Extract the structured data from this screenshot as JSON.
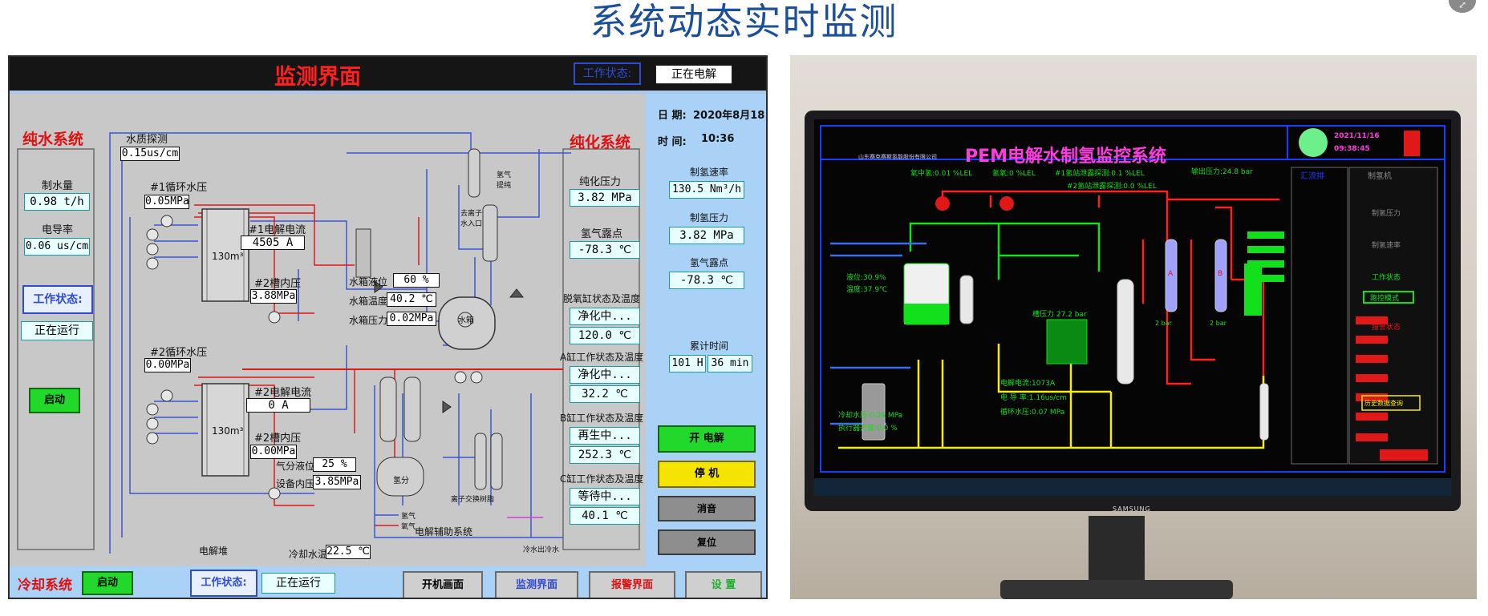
{
  "page_title": "系统动态实时监测",
  "scada": {
    "title": "监测界面",
    "header_status_label": "工作状态:",
    "header_status_value": "正在电解",
    "pure_water": {
      "title": "纯水系统",
      "water_quality_probe_label": "水质探测",
      "water_quality_probe_value": "0.15us/cm",
      "water_output_label": "制水量",
      "water_output_value": "0.98 t/h",
      "conductivity_label": "电导率",
      "conductivity_value": "0.06 us/cm",
      "status_label": "工作状态:",
      "status_value": "正在运行",
      "start_button": "启动"
    },
    "electrolysis": {
      "circ1_pressure_label": "#1循环水压",
      "circ1_pressure_value": "0.05MPa",
      "cell1_current_label": "#1电解电流",
      "cell1_current_value": "4505 A",
      "cell1_volume": "130m³",
      "tank2_pressure_label": "#2槽内压",
      "tank2_pressure_value": "3.88MPa",
      "circ2_pressure_label": "#2循环水压",
      "circ2_pressure_value": "0.00MPa",
      "cell2_current_label": "#2电解电流",
      "cell2_current_value": "0 A",
      "cell2_volume": "130m³",
      "tank2b_pressure_label": "#2槽内压",
      "tank2b_pressure_value": "0.00MPa",
      "gas_analyzer_label": "氢气\n提纯",
      "deoxygen_label": "去离子\n水入口",
      "tank_level_label": "水箱液位",
      "tank_level_value": "60 %",
      "tank_temp_label": "水箱温度",
      "tank_temp_value": "40.2 ℃",
      "tank_pressure_label": "水箱压力",
      "tank_pressure_value": "0.02MPa",
      "tank_label": "水箱",
      "separator_level_label": "气分液位",
      "separator_level_value": "25 %",
      "equip_pressure_label": "设备内压",
      "equip_pressure_value": "3.85MPa",
      "separator_label": "氢分",
      "cooling_water_temp_label": "冷却水温",
      "cooling_water_temp_value": "22.5 ℃",
      "stack_label": "电解堆",
      "aux_label": "电解辅助系统",
      "ion_exchange_label": "离子交换树脂",
      "cooling_tower_label": "冷水出冷水",
      "legend_hydrogen": "氢气",
      "legend_oxygen": "氧气"
    },
    "purification": {
      "title": "纯化系统",
      "pressure_label": "纯化压力",
      "pressure_value": "3.82 MPa",
      "dewpoint_label": "氢气露点",
      "dewpoint_value": "-78.3 ℃",
      "deoxy_label": "脱氧缸状态及温度",
      "deoxy_status": "净化中...",
      "deoxy_temp": "120.0 ℃",
      "a_label": "A缸工作状态及温度",
      "a_status": "净化中...",
      "a_temp": "32.2 ℃",
      "b_label": "B缸工作状态及温度",
      "b_status": "再生中...",
      "b_temp": "252.3 ℃",
      "c_label": "C缸工作状态及温度",
      "c_status": "等待中...",
      "c_temp": "40.1 ℃"
    },
    "right_panel": {
      "date_label": "日 期:",
      "date_value": "2020年8月18日",
      "time_label": "时 间:",
      "time_value": "10:36",
      "rate_label": "制氢速率",
      "rate_value": "130.5 Nm³/h",
      "h2_pressure_label": "制氢压力",
      "h2_pressure_value": "3.82 MPa",
      "h2_dewpoint_label": "氢气露点",
      "h2_dewpoint_value": "-78.3 ℃",
      "cumulative_label": "累计时间",
      "cumulative_hours": "101 H",
      "cumulative_minutes": "36 min",
      "btn_start_electrolysis": "开 电解",
      "btn_stop": "停 机",
      "btn_mute": "消音",
      "btn_reset": "复位"
    },
    "bottom": {
      "cooling_title": "冷却系统",
      "cooling_start": "启动",
      "status_label": "工作状态:",
      "status_value": "正在运行",
      "tab_startup": "开机画面",
      "tab_monitor": "监测界面",
      "tab_alarm": "报警界面",
      "tab_settings": "设 置"
    }
  },
  "photo": {
    "logo_text": "山东赛克赛斯氢能股份有限公司",
    "title": "PEM电解水制氢监控系统",
    "date": "2021/11/16",
    "time": "09:38:45",
    "top_readings": [
      "氧中氢:0.01 %LEL",
      "氢氧:0 %LEL",
      "#1氢站泄露探测:0.1 %LEL",
      "#2氢站泄露探测:0.0 %LEL",
      "输出压力:24.8 bar"
    ],
    "level": "液位:30.9%",
    "temp": "温度:37.9℃",
    "slot_pressure": "槽压力 27.2 bar",
    "a_label": "A",
    "b_label": "B",
    "a_pressure": "2 bar",
    "b_pressure": "2 bar",
    "current": "电解电流:1073A",
    "conductivity": "电 导 率:1.16us/cm",
    "circ_pressure": "循环水压:0.07 MPa",
    "cooling_pressure": "冷却水压:0.26 MPa",
    "actuator": "执行器开度:0.0 %",
    "side_tab_1": "汇流排",
    "side_tab_2": "制氢机",
    "side_labels": [
      "制氢压力",
      "制氢速率",
      "工作状态"
    ],
    "side_state": "跑控模式",
    "alarm_state": "报警状态",
    "history_button": "历史数据查询",
    "brand": "SAMSUNG"
  },
  "colors": {
    "title_blue": "#1b4f9c",
    "alarm_red": "#e01010",
    "start_green": "#22d82b",
    "stop_yellow": "#f4e400",
    "panel_blue": "#a9d2f6"
  }
}
